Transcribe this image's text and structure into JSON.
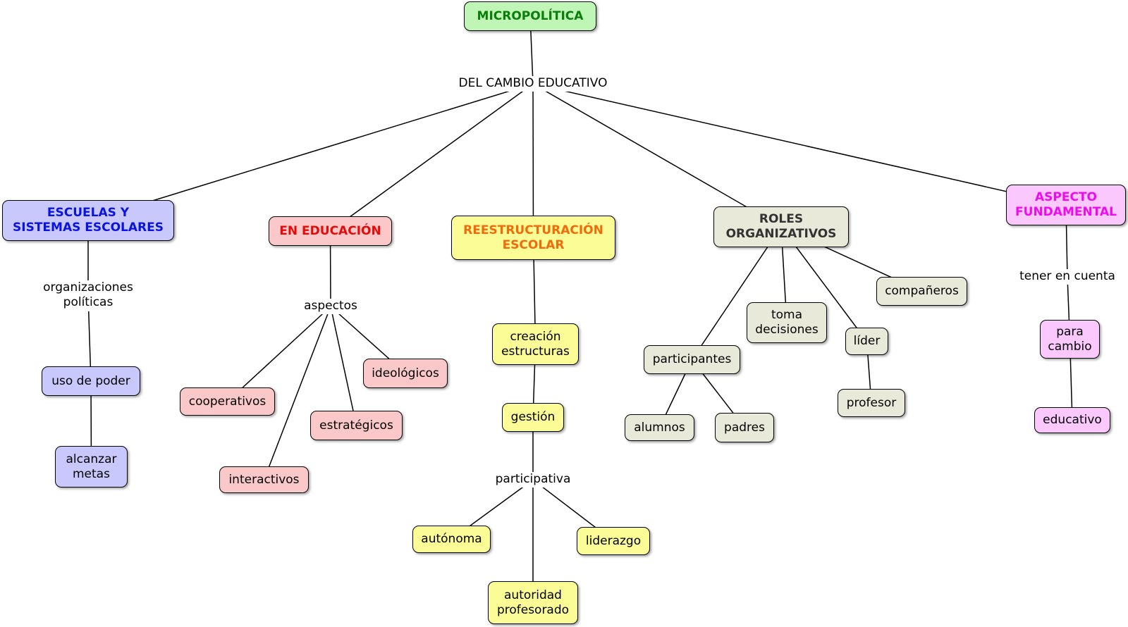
{
  "colors": {
    "root_text": "#0a7d0a",
    "blue_text": "#0a14e0",
    "red_text": "#e60a0a",
    "orange_text": "#f26a0a",
    "dark_text": "#333333",
    "magenta_text": "#f00af0",
    "line": "#000000"
  },
  "root": {
    "label": "MICROPOLÍTICA"
  },
  "root_link": {
    "label": "DEL CAMBIO EDUCATIVO"
  },
  "escuelas": {
    "title": "ESCUELAS Y\nSISTEMAS ESCOLARES",
    "link": "organizaciones\npolíticas",
    "uso_poder": "uso de poder",
    "alcanzar_metas": "alcanzar\nmetas"
  },
  "educacion": {
    "title": "EN EDUCACIÓN",
    "link": "aspectos",
    "items": {
      "cooperativos": "cooperativos",
      "interactivos": "interactivos",
      "estrategicos": "estratégicos",
      "ideologicos": "ideológicos"
    }
  },
  "reestructuracion": {
    "title": "REESTRUCTURACIÓN\nESCOLAR",
    "creacion": "creación\nestructuras",
    "gestion": "gestión",
    "link": "participativa",
    "autonoma": "autónoma",
    "liderazgo": "liderazgo",
    "autoridad": "autoridad\nprofesorado"
  },
  "roles": {
    "title": "ROLES\nORGANIZATIVOS",
    "participantes": "participantes",
    "alumnos": "alumnos",
    "padres": "padres",
    "toma_decisiones": "toma\ndecisiones",
    "lider": "líder",
    "profesor": "profesor",
    "companeros": "compañeros"
  },
  "aspecto": {
    "title": "ASPECTO\nFUNDAMENTAL",
    "link": "tener en cuenta",
    "para_cambio": "para\ncambio",
    "educativo": "educativo"
  }
}
